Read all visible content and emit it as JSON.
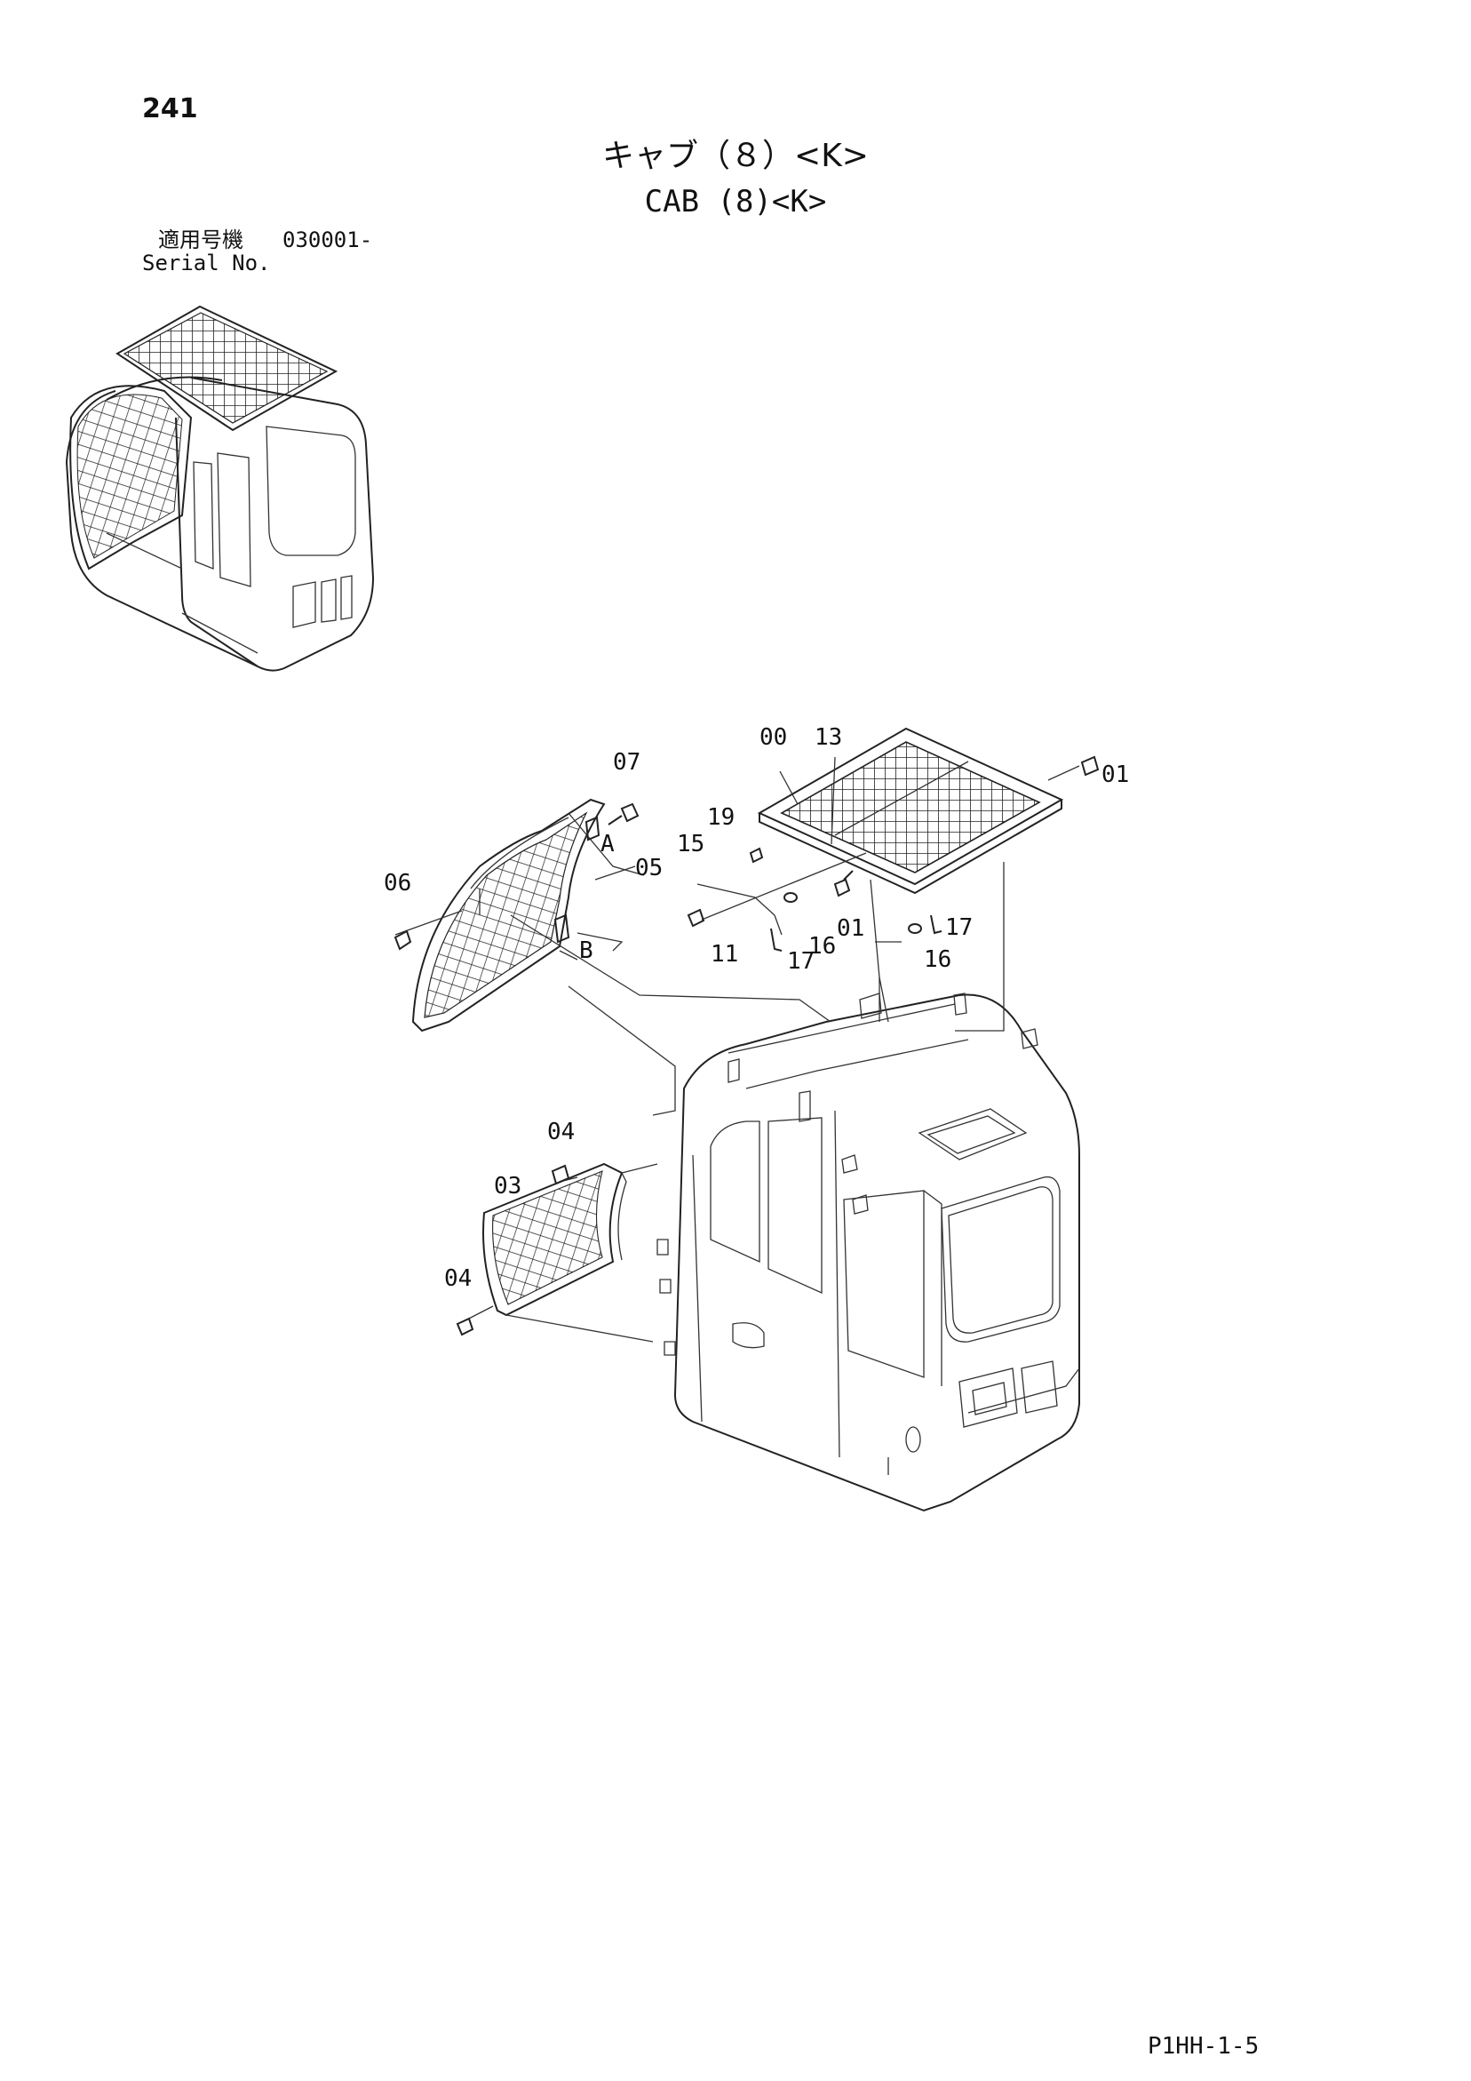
{
  "page_number": "241",
  "title_ja": "キャブ（８）<K>",
  "title_en": "CAB (8)<K>",
  "serial": {
    "label_ja": "適用号機",
    "range": "030001-",
    "label_en": "Serial No."
  },
  "footer_code": "P1HH-1-5",
  "callouts": {
    "c00": "00",
    "c13": "13",
    "c01a": "01",
    "c07": "07",
    "c19": "19",
    "c15": "15",
    "cA": "A",
    "c05": "05",
    "c06": "06",
    "cB": "B",
    "c11": "11",
    "c17a": "17",
    "c16a": "16",
    "c01b": "01",
    "c17b": "17",
    "c16b": "16",
    "c04a": "04",
    "c03": "03",
    "c04b": "04"
  }
}
